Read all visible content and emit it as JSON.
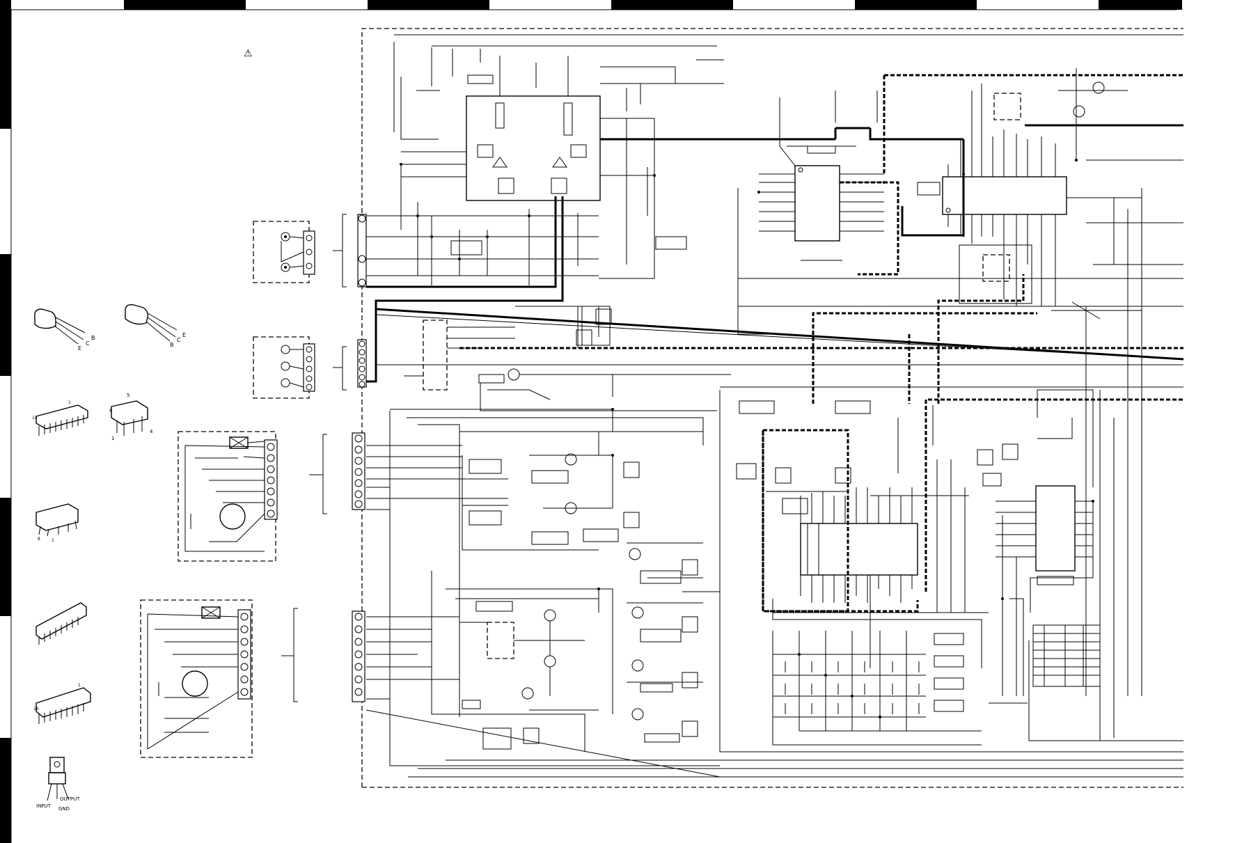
{
  "page": {
    "warning_symbol": "⚠",
    "background": "#ffffff",
    "ink": "#000000"
  },
  "packages": {
    "transistor_a_pins": [
      "E",
      "C",
      "B"
    ],
    "transistor_b_pins": [
      "B",
      "C",
      "E"
    ],
    "ic_dip14_pins": [
      "14",
      "1"
    ],
    "ic_dip8_pins": [
      "8",
      "5",
      "1",
      "4"
    ],
    "ic_sop8_pins": [
      "8",
      "1"
    ],
    "ic_dip16_pins": [
      "16",
      "1"
    ],
    "regulator_pins": [
      "INPUT",
      "OUTPUT",
      "GND"
    ]
  }
}
